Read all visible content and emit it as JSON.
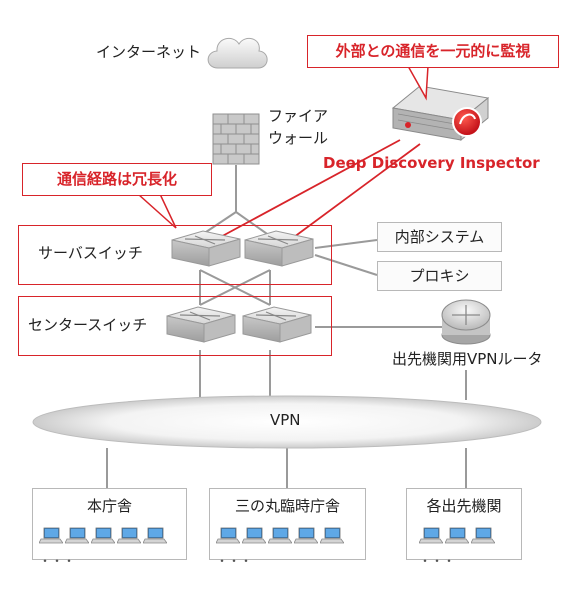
{
  "labels": {
    "internet": "インターネット",
    "firewall_line1": "ファイア",
    "firewall_line2": "ウォール",
    "server_switch": "サーバスイッチ",
    "center_switch": "センタースイッチ",
    "internal_system": "内部システム",
    "proxy": "プロキシ",
    "vpn_router": "出先機関用VPNルータ",
    "vpn": "VPN",
    "dip": "Deep Discovery Inspector"
  },
  "callouts": {
    "monitor": "外部との通信を一元的に監視",
    "redundant": "通信経路は冗長化"
  },
  "sites": [
    {
      "label": "本庁舎",
      "laptops": 5
    },
    {
      "label": "三の丸臨時庁舎",
      "laptops": 5
    },
    {
      "label": "各出先機関",
      "laptops": 3
    }
  ],
  "ellipsis": "・・・",
  "colors": {
    "accent": "#d8242a",
    "line": "#9a9a9a",
    "box_border": "#b8b8b8"
  }
}
